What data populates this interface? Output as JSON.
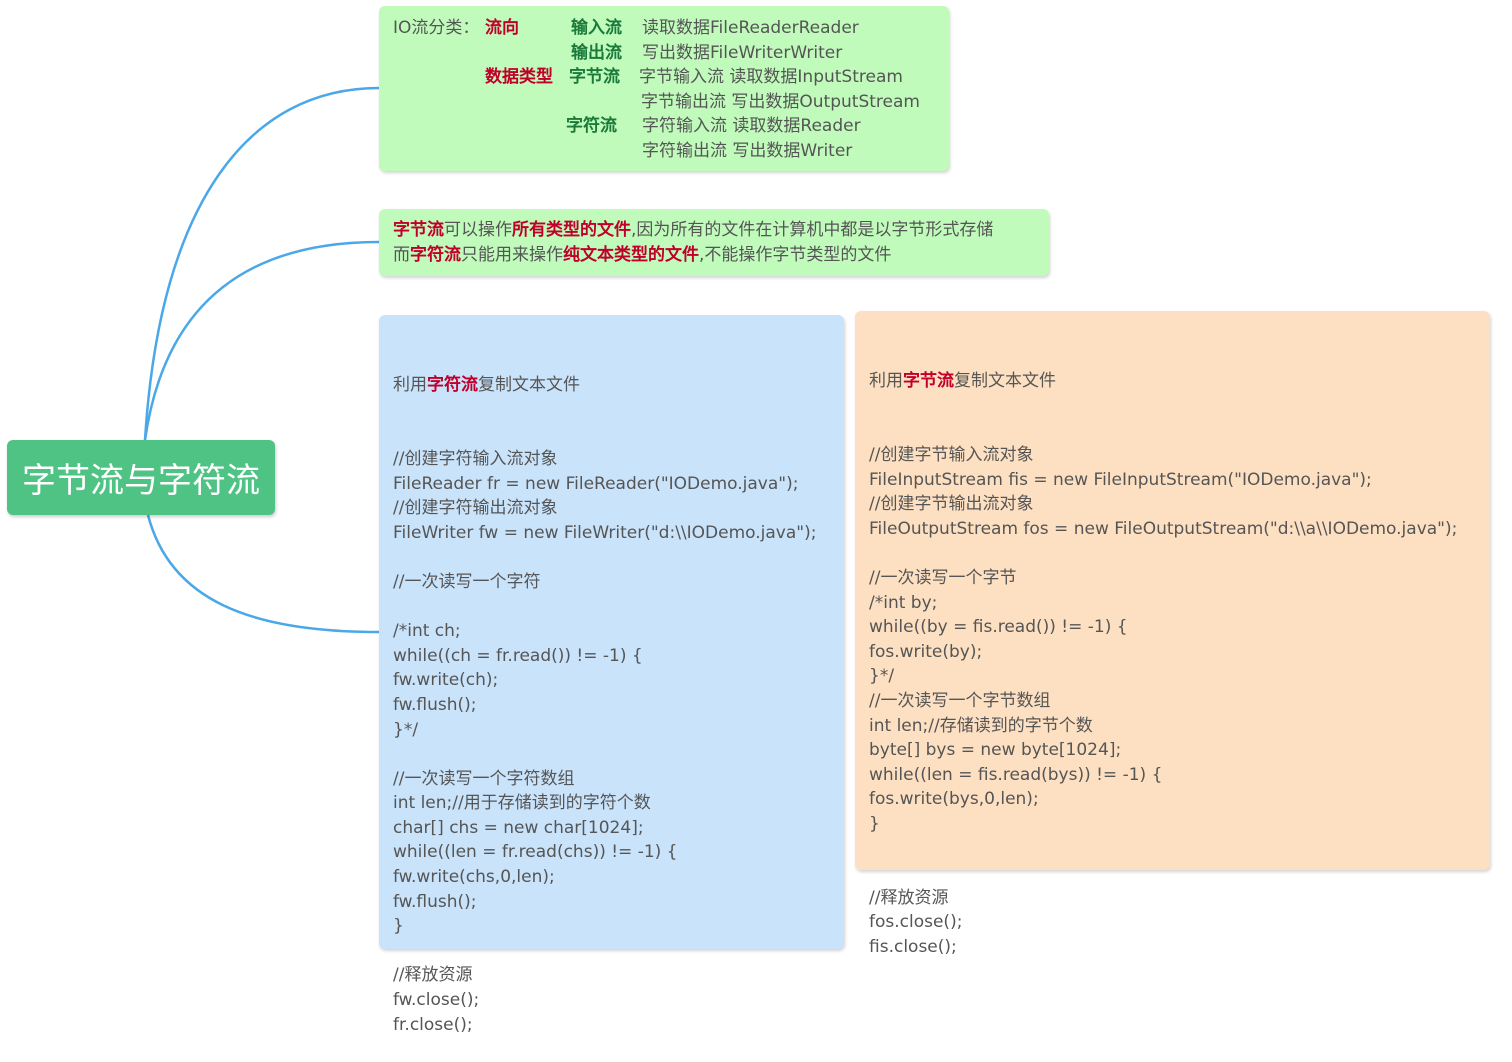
{
  "root": {
    "title": "字节流与字符流"
  },
  "classification": {
    "label": "IO流分类：",
    "direction": "流向",
    "input": "输入流",
    "input_desc": "读取数据FileReaderReader",
    "output": "输出流",
    "output_desc": "写出数据FileWriterWriter",
    "datatype": "数据类型",
    "byte": "字节流",
    "byte_in": "字节输入流 读取数据InputStream",
    "byte_out": "字节输出流 写出数据OutputStream",
    "char": "字符流",
    "char_in": "字符输入流 读取数据Reader",
    "char_out": "字符输出流 写出数据Writer"
  },
  "note": {
    "l1": [
      {
        "t": "字节流",
        "h": true
      },
      {
        "t": "可以操作"
      },
      {
        "t": "所有类型的文件",
        "h": true
      },
      {
        "t": ",因为所有的文件在计算机中都是以字节形式存储"
      }
    ],
    "l2": [
      {
        "t": "而"
      },
      {
        "t": "字符流",
        "h": true
      },
      {
        "t": "只能用来操作"
      },
      {
        "t": "纯文本类型的文件",
        "h": true
      },
      {
        "t": ",不能操作字节类型的文件"
      }
    ]
  },
  "char_copy": {
    "title": [
      {
        "t": "利用"
      },
      {
        "t": "字符流",
        "h": true
      },
      {
        "t": "复制文本文件"
      }
    ],
    "lines": [
      "//创建字符输入流对象",
      "FileReader fr = new FileReader(\"IODemo.java\");",
      "//创建字符输出流对象",
      "FileWriter fw = new FileWriter(\"d:\\\\IODemo.java\");",
      "",
      "//一次读写一个字符",
      "",
      "/*int ch;",
      "while((ch = fr.read()) != -1) {",
      "fw.write(ch);",
      "fw.flush();",
      "}*/",
      "",
      "//一次读写一个字符数组",
      "int len;//用于存储读到的字符个数",
      "char[] chs = new char[1024];",
      "while((len = fr.read(chs)) != -1) {",
      "fw.write(chs,0,len);",
      "fw.flush();",
      "}",
      "",
      "//释放资源",
      "fw.close();",
      "fr.close();"
    ]
  },
  "byte_copy": {
    "title": [
      {
        "t": "利用"
      },
      {
        "t": "字节流",
        "h": true
      },
      {
        "t": "复制文本文件"
      }
    ],
    "lines": [
      "//创建字节输入流对象",
      "FileInputStream fis = new FileInputStream(\"IODemo.java\");",
      "//创建字节输出流对象",
      "FileOutputStream fos = new FileOutputStream(\"d:\\\\a\\\\IODemo.java\");",
      "",
      "//一次读写一个字节",
      "/*int by;",
      "while((by = fis.read()) != -1) {",
      "fos.write(by);",
      "}*/",
      "//一次读写一个字节数组",
      "int len;//存储读到的字节个数",
      "byte[] bys = new byte[1024];",
      "while((len = fis.read(bys)) != -1) {",
      "fos.write(bys,0,len);",
      "}",
      "",
      "",
      "//释放资源",
      "fos.close();",
      "fis.close();"
    ]
  },
  "colors": {
    "connector": "#4aa8e8",
    "highlight": "#c0002a",
    "root": "#4fc383"
  }
}
